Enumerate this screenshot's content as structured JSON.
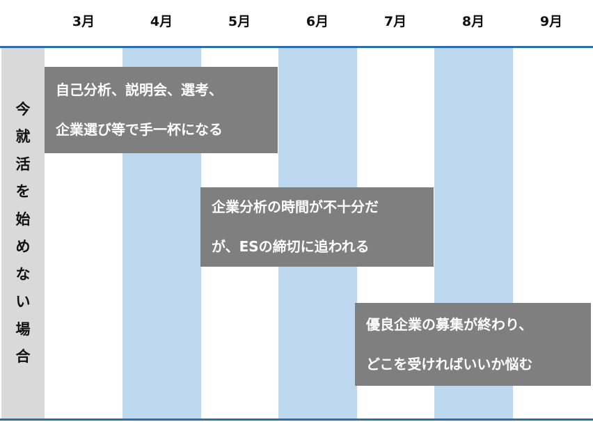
{
  "header": {
    "months": [
      "3月",
      "4月",
      "5月",
      "6月",
      "7月",
      "8月",
      "9月"
    ]
  },
  "row_label": {
    "chars": [
      "今",
      "就",
      "活",
      "を",
      "始",
      "め",
      "な",
      "い",
      "場",
      "合"
    ]
  },
  "callouts": [
    {
      "lines": [
        "自己分析、説明会、選考、",
        "企業選び等で手一杯になる"
      ],
      "start_month": "3月",
      "end_month": "5月"
    },
    {
      "lines": [
        "企業分析の時間が不十分だ",
        "が、ESの締切に追われる"
      ],
      "start_month": "5月",
      "end_month": "7月"
    },
    {
      "lines": [
        "優良企業の募集が終わり、",
        "どこを受ければいいか悩む"
      ],
      "start_month": "7月",
      "end_month": "9月"
    }
  ],
  "colors": {
    "rule": "#2e6cb0",
    "stripe": "#bdd7ee",
    "label_bg": "#d9d9d9",
    "callout_bg": "#7f7f7f",
    "callout_text": "#ffffff"
  }
}
